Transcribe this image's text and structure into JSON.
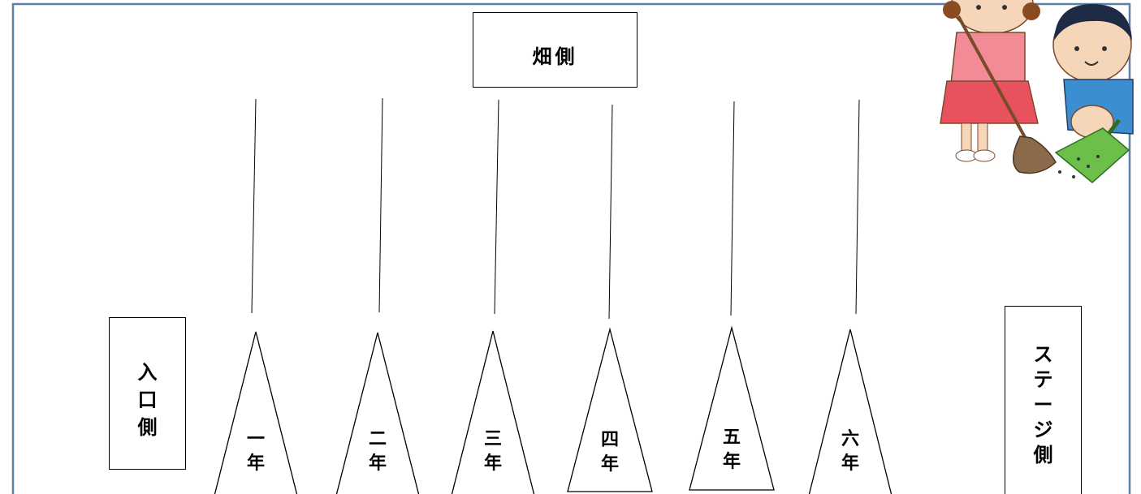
{
  "top_label": "畑側",
  "left_label": [
    "入",
    "口",
    "側"
  ],
  "right_label": [
    "ス",
    "テ",
    "ー",
    "ジ",
    "側"
  ],
  "grades": [
    {
      "char1": "一",
      "char2": "年"
    },
    {
      "char1": "二",
      "char2": "年"
    },
    {
      "char1": "三",
      "char2": "年"
    },
    {
      "char1": "四",
      "char2": "年"
    },
    {
      "char1": "五",
      "char2": "年"
    },
    {
      "char1": "六",
      "char2": "年"
    }
  ],
  "colors": {
    "frame": "#5b7fa6",
    "line": "#000000"
  },
  "illustration": "children-sweeping-illustration"
}
